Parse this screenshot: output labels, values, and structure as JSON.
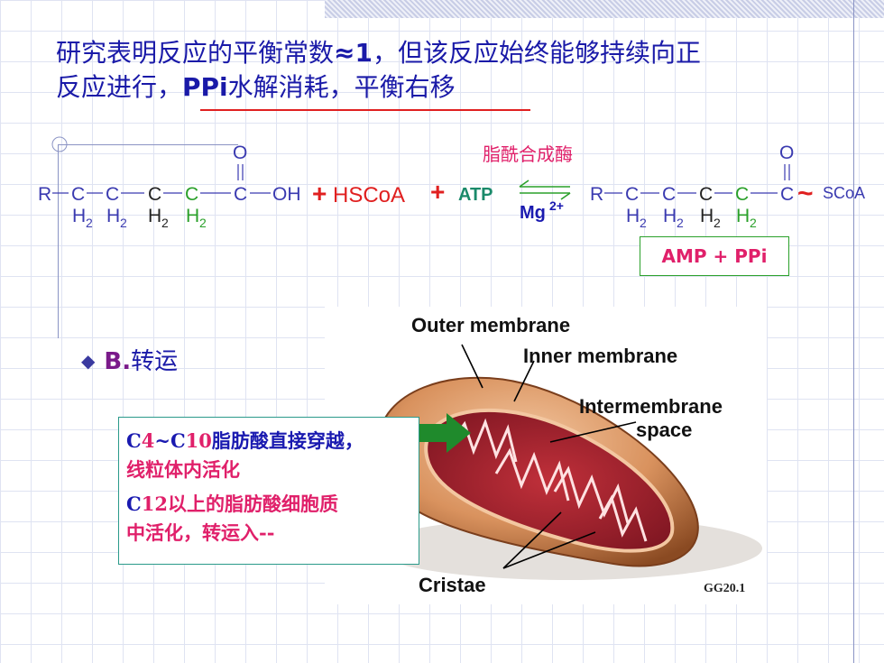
{
  "title": {
    "line1_a": "研究表明反应的平衡常数",
    "line1_b": "≈1",
    "line1_c": "，但该反应始终能够持续向正",
    "line2_a": "反应进行，",
    "line2_b": "PPi",
    "line2_c": "水解消耗，平衡右移"
  },
  "equation": {
    "R": "R",
    "C": "C",
    "H": "H",
    "sub2": "2",
    "O": "O",
    "OH": "OH",
    "plus": "+",
    "hscoa": "HSCoA",
    "atp": "ATP",
    "enzyme": "脂酰合成酶",
    "mg": "Mg",
    "mg_sup": "2+",
    "tilde": "~",
    "scoa": "SCoA",
    "products": "AMP + PPi"
  },
  "section": {
    "bullet": "◆",
    "label_b": "B.",
    "label_t": "转运"
  },
  "figure": {
    "outer": "Outer membrane",
    "inner": "Inner membrane",
    "inter1": "Intermembrane",
    "inter2": "space",
    "cristae": "Cristae",
    "code": "GG20.1"
  },
  "infobox": {
    "c": "C",
    "n4": "4",
    "tilde": "~",
    "n10": "10",
    "p1a": "脂肪酸直接穿越，",
    "p1b": "线粒体内活化",
    "n12": "12",
    "p2a": "以上的脂肪酸细胞质",
    "p2b": "中活化，转运入--"
  },
  "colors": {
    "title_blue": "#1a1aa8",
    "accent_red": "#e0206a",
    "atp_green": "#1a8a6a",
    "h_green": "#2aa02a",
    "eq_blue": "#3a3ab0"
  }
}
